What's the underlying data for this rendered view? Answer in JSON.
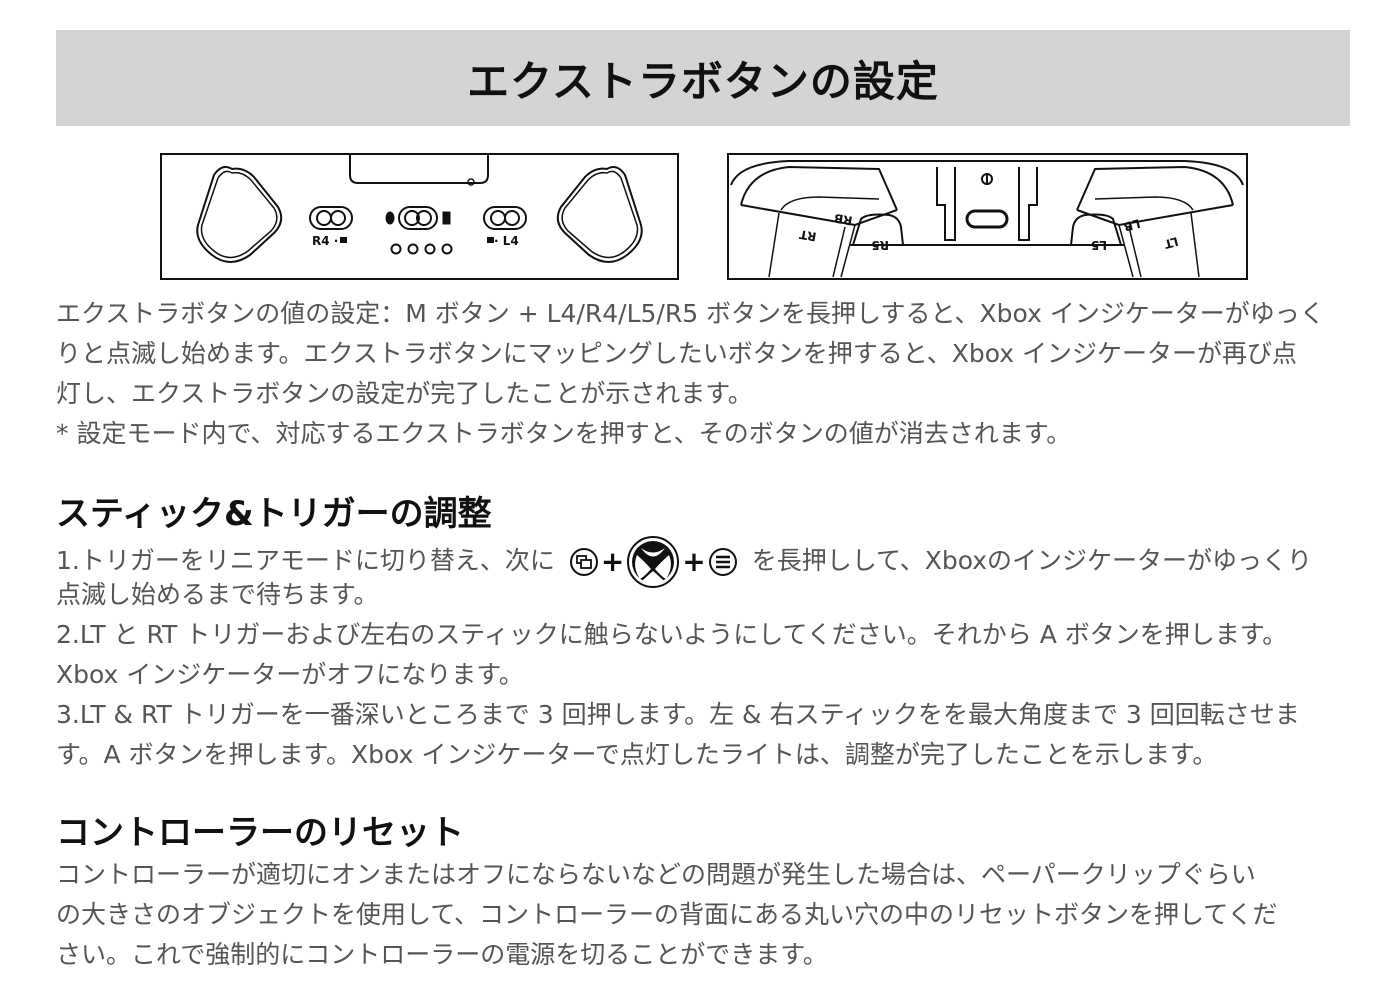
{
  "title": "エクストラボタンの設定",
  "diagram_front": {
    "label_r4": "R4 · ",
    "label_l4": " · L4"
  },
  "diagram_top": {
    "rt": "RT",
    "rb": "RB",
    "r5": "R5",
    "l5": "L5",
    "lb": "LB",
    "lt": "LT"
  },
  "extra": {
    "lines": [
      "エクストラボタンの値の設定：M ボタン + L4/R4/L5/R5 ボタンを長押しすると、Xbox インジケーターがゆっく",
      "りと点滅し始めます。エクストラボタンにマッピングしたいボタンを押すると、Xbox インジケーターが再び点",
      "灯し、エクストラボタンの設定が完了したことが示されます。",
      "* 設定モード内で、対応するエクストラボタンを押すと、そのボタンの値が消去されます。"
    ]
  },
  "stick": {
    "heading": "スティック&トリガーの調整",
    "line1_before": "1.トリガーをリニアモードに切り替え、次に",
    "plus": "+",
    "line1_after": "を長押しして、Xboxのインジケーターがゆっくり",
    "lines": [
      "点滅し始めるまで待ちます。",
      "2.LT と RT トリガーおよび左右のスティックに触らないようにしてください。それから A ボタンを押します。",
      "Xbox インジケーターがオフになります。",
      "3.LT & RT トリガーを一番深いところまで 3 回押します。左 & 右スティックをを最大角度まで 3 回回転させま",
      "す。A ボタンを押します。Xbox インジケーターで点灯したライトは、調整が完了したことを示します。"
    ]
  },
  "reset": {
    "heading": "コントローラーのリセット",
    "lines": [
      "コントローラーが適切にオンまたはオフにならないなどの問題が発生した場合は、ペーパークリップぐらい",
      "の大きさのオブジェクトを使用して、コントローラーの背面にある丸い穴の中のリセットボタンを押してくだ",
      "さい。これで強制的にコントローラーの電源を切ることができます。"
    ]
  }
}
